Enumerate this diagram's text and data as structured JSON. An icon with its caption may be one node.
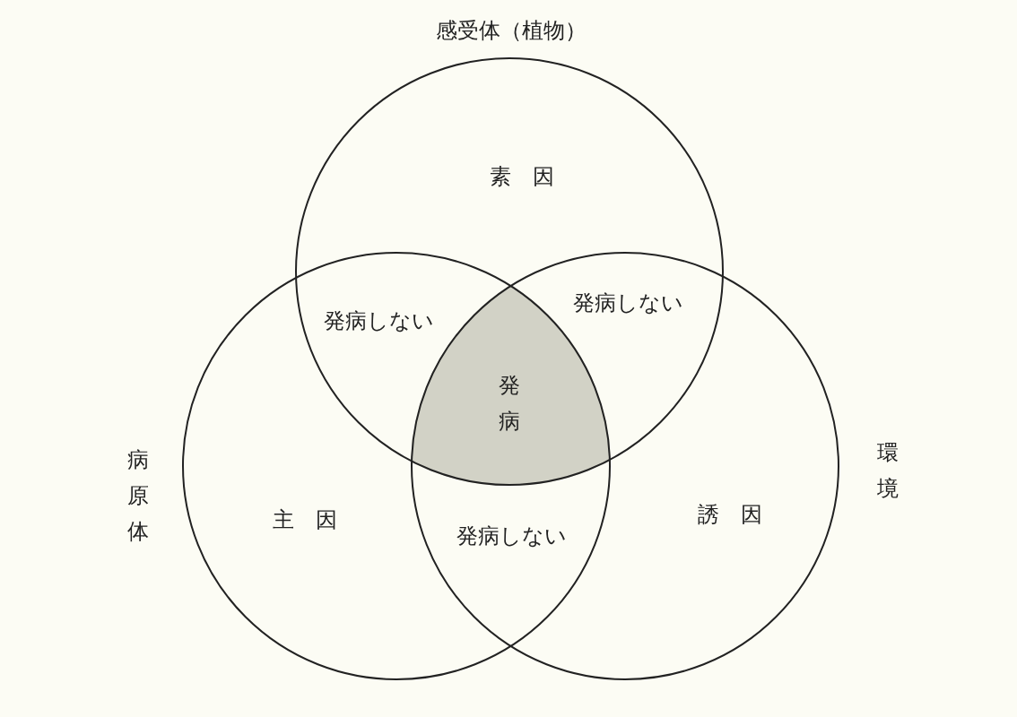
{
  "diagram": {
    "nodes": [
      {
        "text": [
          "感受体（植物）",
          "素因"
        ]
      },
      {
        "text": [
          "病原体",
          "主因"
        ]
      },
      {
        "text": [
          "環境",
          "誘因"
        ]
      },
      {
        "text": [
          "発病"
        ]
      }
    ],
    "labels": [
      "発病しない",
      "発病しない",
      "発病しない"
    ]
  }
}
